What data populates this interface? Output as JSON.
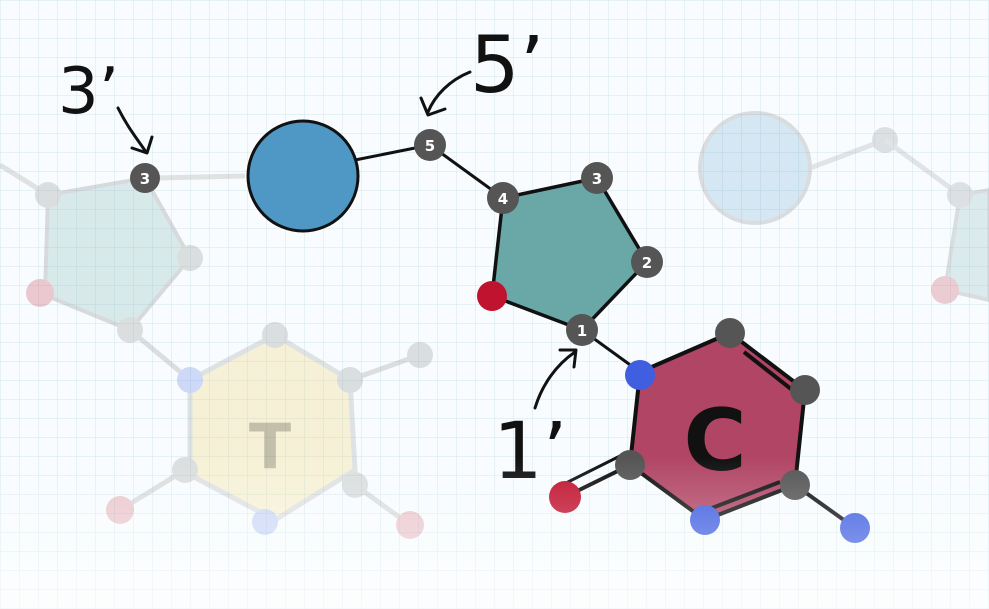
{
  "labels": {
    "three_prime": "3’",
    "five_prime": "5’",
    "one_prime": "1’"
  },
  "nucleotide": {
    "carbons": [
      "1",
      "2",
      "3",
      "4",
      "5"
    ],
    "base_letter": "C"
  },
  "faded_nucleotide": {
    "carbon": "3",
    "base_letter": "T"
  },
  "colors": {
    "phosphate": "#4f97c4",
    "sugar": "#6aa7a7",
    "cytosine": "#b14566",
    "carbon": "#555555",
    "nitrogen": "#3f5fe0",
    "oxygen": "#c0132f",
    "outline": "#111111"
  }
}
